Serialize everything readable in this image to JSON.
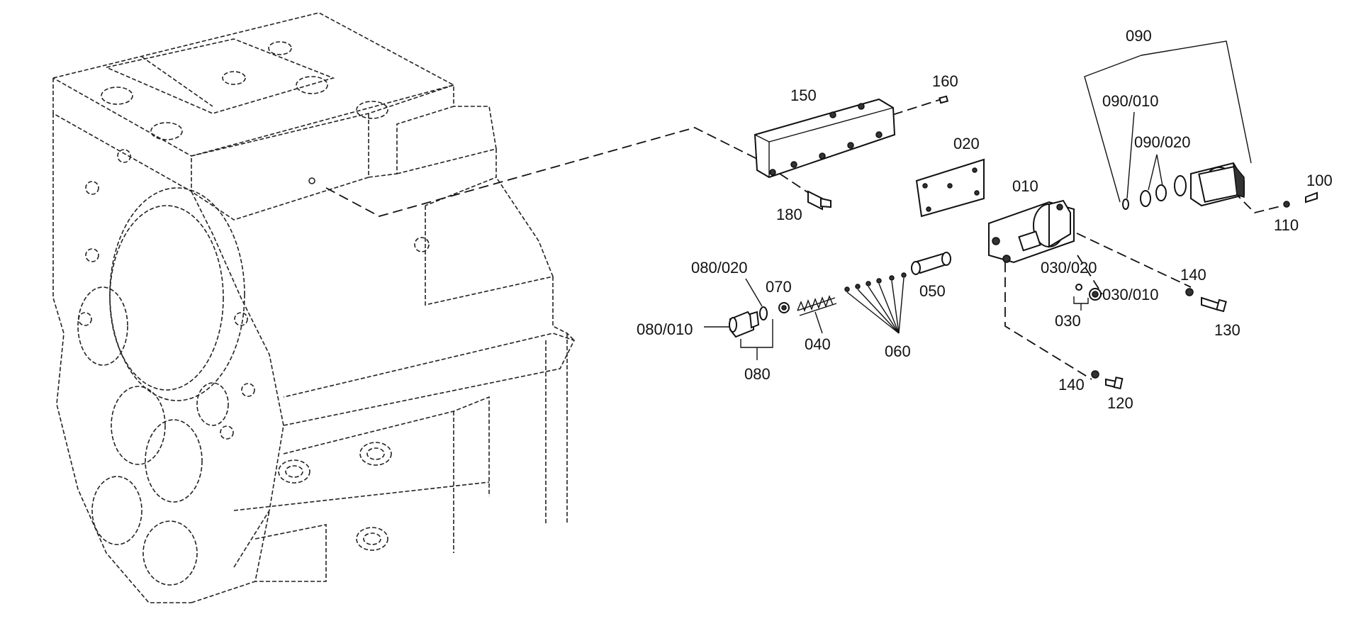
{
  "callouts": {
    "c010": "010",
    "c020": "020",
    "c030": "030",
    "c030_010": "030/010",
    "c030_020": "030/020",
    "c040": "040",
    "c050": "050",
    "c060": "060",
    "c070": "070",
    "c080": "080",
    "c080_010": "080/010",
    "c080_020": "080/020",
    "c090": "090",
    "c090_010": "090/010",
    "c090_020": "090/020",
    "c100": "100",
    "c110": "110",
    "c120": "120",
    "c130": "130",
    "c140a": "140",
    "c140b": "140",
    "c150": "150",
    "c160": "160",
    "c180": "180"
  },
  "colors": {
    "ink": "#111111",
    "background": "#ffffff"
  }
}
